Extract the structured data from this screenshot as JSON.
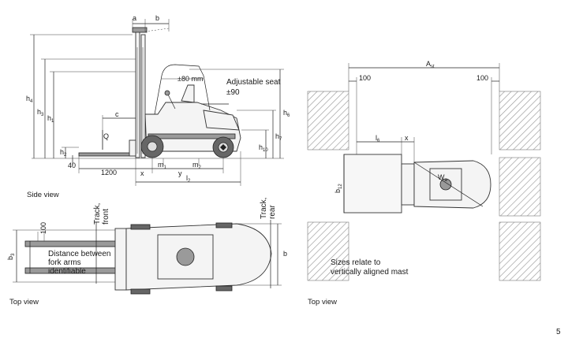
{
  "side_view": {
    "caption": "Side view",
    "labels": {
      "a": "a",
      "b": "b",
      "h4": "h",
      "h4_sub": "4",
      "h3": "h",
      "h3_sub": "3",
      "h1": "h",
      "h1_sub": "1",
      "h2": "h",
      "h2_sub": "2",
      "h6": "h",
      "h6_sub": "6",
      "h7": "h",
      "h7_sub": "7",
      "h10": "h",
      "h10_sub": "10",
      "c": "c",
      "Q": "Q",
      "m1": "m",
      "m1_sub": "1",
      "m2": "m",
      "m2_sub": "2",
      "x": "x",
      "y": "y",
      "l2": "l",
      "l2_sub": "2",
      "seat_angle": "±80 mm",
      "adjustable_seat_line1": "Adjustable seat",
      "adjustable_seat_line2": "±90",
      "dim_40": "40",
      "dim_1200": "1200"
    }
  },
  "top_view_left": {
    "caption": "Top view",
    "labels": {
      "dim_100": "100",
      "track_front_line1": "Track,",
      "track_front_line2": "front",
      "track_rear_line1": "Track,",
      "track_rear_line2": "rear",
      "b3": "b",
      "b3_sub": "3",
      "b": "b",
      "fork_note_line1": "Distance between",
      "fork_note_line2": "fork arms",
      "fork_note_line3": "identifiable"
    }
  },
  "top_view_right": {
    "caption": "Top view",
    "labels": {
      "ast": "A",
      "ast_sub": "st",
      "dim_100_left": "100",
      "dim_100_right": "100",
      "l6": "l",
      "l6_sub": "6",
      "x": "x",
      "b12": "b",
      "b12_sub": "12",
      "wa": "W",
      "wa_sub": "a",
      "sizes_note_line1": "Sizes relate to",
      "sizes_note_line2": "vertically aligned mast"
    }
  },
  "page_number": "5",
  "colors": {
    "line": "#222222",
    "body_fill": "#f4f4f4",
    "hatch": "#888888"
  }
}
